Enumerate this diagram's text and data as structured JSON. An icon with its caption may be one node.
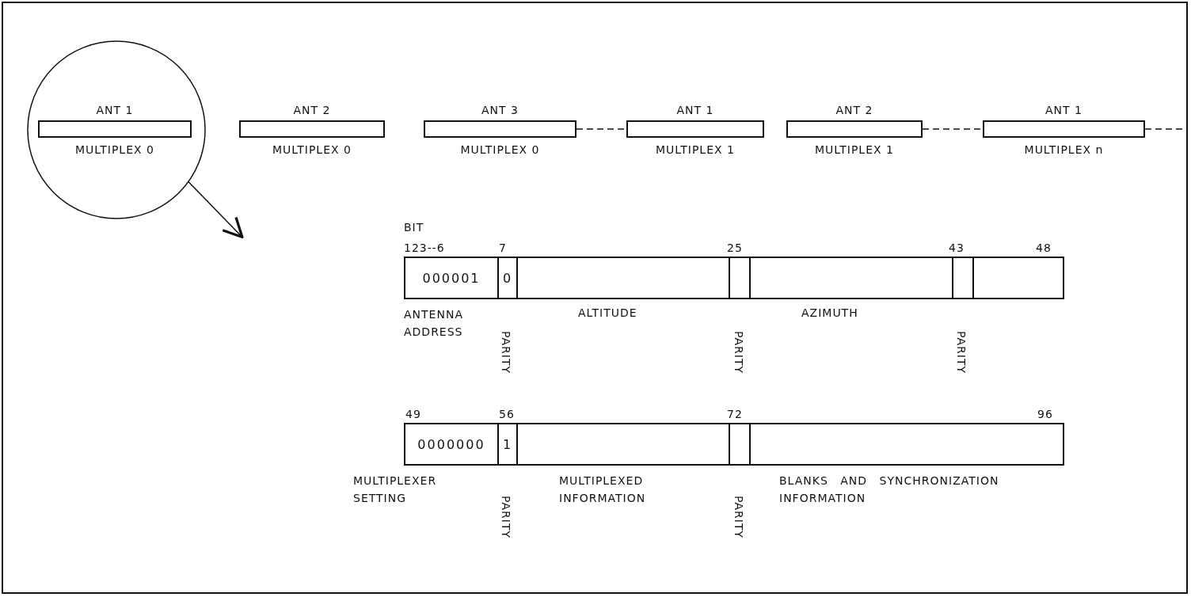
{
  "diagram": {
    "nodes": [
      {
        "text": [],
        "shape": "circle"
      },
      {
        "text": [
          "ANT 1",
          "MULTIPLEX 0"
        ],
        "in": 0
      },
      {
        "text": [
          "ANT 2",
          "MULTIPLEX 0"
        ]
      },
      {
        "text": [
          "ANT 3",
          "MULTIPLEX 0"
        ]
      },
      {
        "text": [
          "ANT 1",
          "MULTIPLEX 1"
        ]
      },
      {
        "text": [
          "ANT 2",
          "MULTIPLEX 1"
        ]
      },
      {
        "text": [
          "ANT 1",
          "MULTIPLEX n"
        ]
      },
      {
        "text": [],
        "shape": "bar"
      },
      {
        "text": [
          "000001"
        ],
        "in": 7
      },
      {
        "text": [
          "0"
        ],
        "in": 7
      },
      {
        "text": [],
        "shape": "box",
        "in": 7
      },
      {
        "text": [],
        "shape": "box",
        "in": 7
      },
      {
        "text": [],
        "shape": "box",
        "in": 7
      },
      {
        "text": [],
        "shape": "box",
        "in": 7
      },
      {
        "text": [],
        "shape": "box",
        "in": 7
      },
      {
        "text": [],
        "shape": "bar"
      },
      {
        "text": [
          "0000000"
        ],
        "in": 15
      },
      {
        "text": [
          "1"
        ],
        "in": 15
      },
      {
        "text": [],
        "shape": "box",
        "in": 15
      },
      {
        "text": [],
        "shape": "box",
        "in": 15
      },
      {
        "text": [],
        "shape": "box",
        "in": 15
      }
    ],
    "edges": [
      {
        "from": 0,
        "to": null,
        "arrow": "to"
      },
      {
        "from": 3,
        "to": 4,
        "arrow": "none",
        "style": "dashed"
      },
      {
        "from": 5,
        "to": 6,
        "arrow": "none",
        "style": "dashed"
      },
      {
        "from": 6,
        "to": null,
        "arrow": "none",
        "style": "dashed"
      }
    ],
    "labels": [
      "BIT",
      "123--6",
      "7",
      "25",
      "43",
      "48",
      "ANTENNA ADDRESS",
      "ALTITUDE",
      "AZIMUTH",
      "PARITY",
      "PARITY",
      "PARITY",
      "49",
      "56",
      "72",
      "96",
      "MULTIPLEXER SETTING",
      "MULTIPLEXED INFORMATION",
      "BLANKS AND SYNCHRONIZATION INFORMATION",
      "PARITY",
      "PARITY"
    ]
  }
}
